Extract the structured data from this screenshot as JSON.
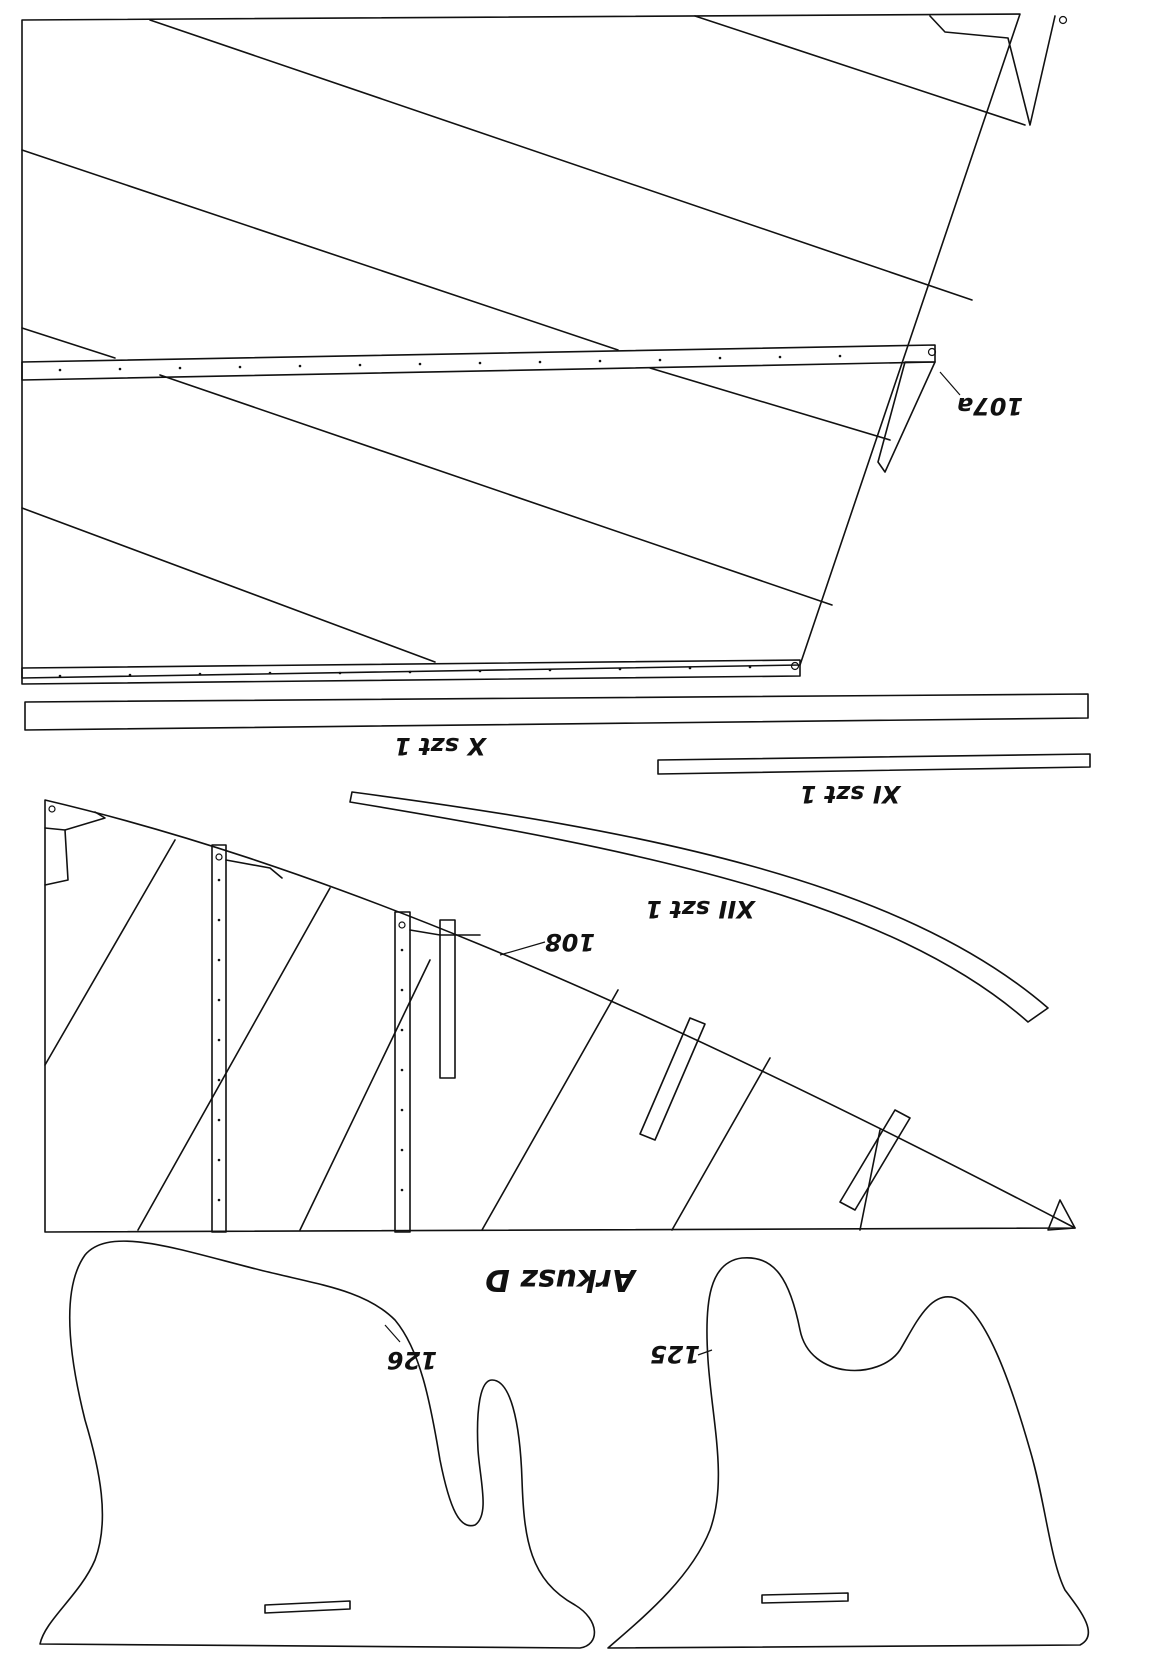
{
  "sheet": {
    "title": "Arkusz D"
  },
  "labels": {
    "part_107a": "107a",
    "part_108": "108",
    "part_125": "125",
    "part_126": "126",
    "strip_x": "X szt 1",
    "strip_xi": "XI szt 1",
    "strip_xii": "XII szt 1"
  },
  "colors": {
    "ink": "#111111",
    "paper": "#ffffff"
  }
}
